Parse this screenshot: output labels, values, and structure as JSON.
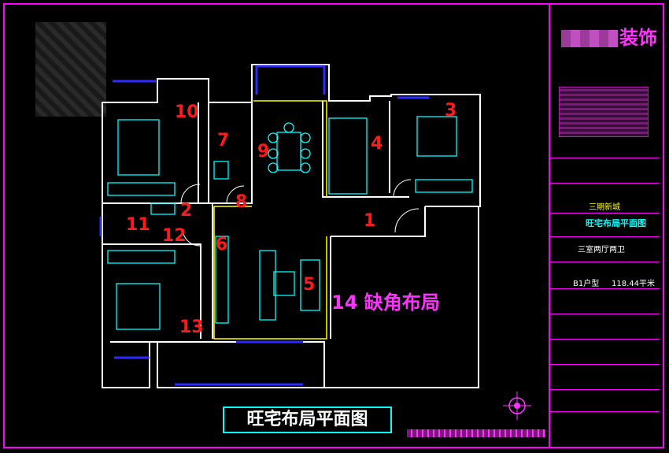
{
  "drawing": {
    "brand_suffix": "装饰",
    "title_block": {
      "community": "三期新城",
      "plan_title": "旺宅布局平面图",
      "layout": "三室两厅两卫",
      "unit_type": "B1户型",
      "area": "118.44平米"
    },
    "rooms": [
      {
        "id": "1"
      },
      {
        "id": "2"
      },
      {
        "id": "3"
      },
      {
        "id": "4"
      },
      {
        "id": "5"
      },
      {
        "id": "6"
      },
      {
        "id": "7"
      },
      {
        "id": "8"
      },
      {
        "id": "9"
      },
      {
        "id": "10"
      },
      {
        "id": "11"
      },
      {
        "id": "12"
      },
      {
        "id": "13"
      }
    ],
    "missing_corner_label": "14 缺角布局",
    "bottom_title": "旺宅布局平面图"
  },
  "colors": {
    "frame": "#ff00ff",
    "wall": "#ffffff",
    "furniture": "#00ffff",
    "window": "#0000ff",
    "room_number": "#ff1a1a",
    "outline": "#ffff00"
  }
}
